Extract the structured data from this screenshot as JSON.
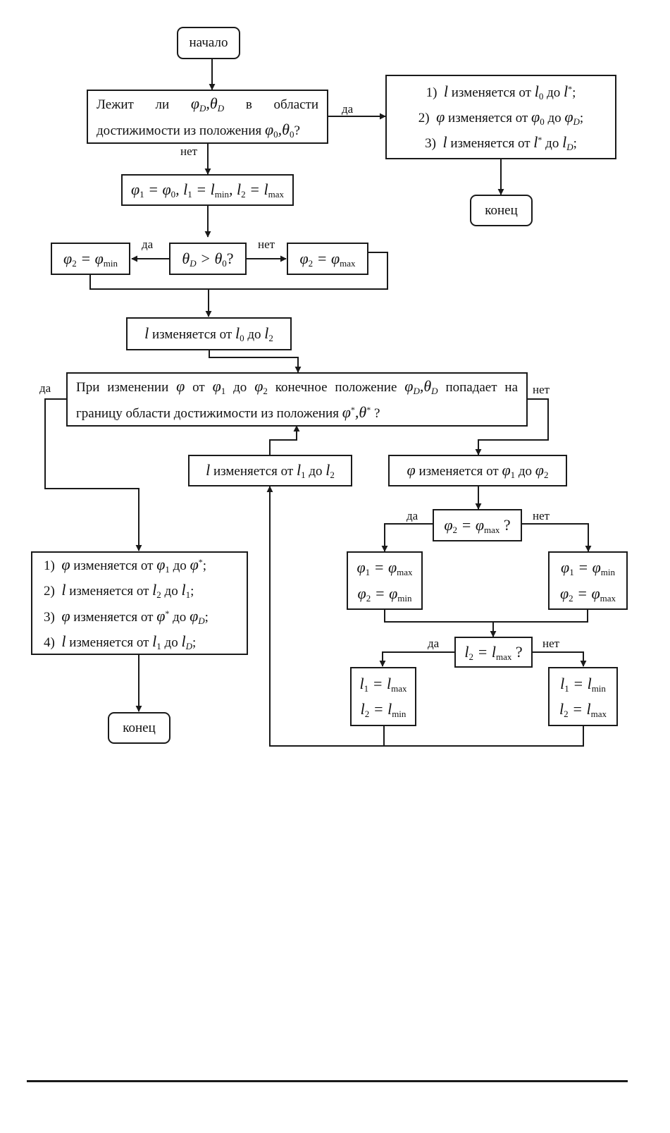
{
  "diagram": {
    "type": "flowchart",
    "language": "ru",
    "nodes": {
      "start": {
        "label": "начало"
      },
      "check_reachable": {
        "line1": [
          "Лежит",
          "ли",
          "φ_D, θ_D",
          "в",
          "области"
        ],
        "line2_text": "достижимости из положения",
        "line2_math": "φ_0, θ_0 ?"
      },
      "direct_steps": [
        {
          "num": "1)",
          "var": "l",
          "text": "изменяется от",
          "from": "l_0",
          "to_word": "до",
          "to": "l^*",
          "end": ";"
        },
        {
          "num": "2)",
          "var": "φ",
          "text": "изменяется от",
          "from": "φ_0",
          "to_word": "до",
          "to": "φ_D",
          "end": ";"
        },
        {
          "num": "3)",
          "var": "l",
          "text": "изменяется от",
          "from": "l^*",
          "to_word": "до",
          "to": "l_D",
          "end": ";"
        }
      ],
      "end_top": {
        "label": "конец"
      },
      "init": {
        "formula": "φ1 = φ0, l1 = lmin, l2 = lmax"
      },
      "theta_check": {
        "formula": "θD > θ0 ?"
      },
      "phi2_min": {
        "formula": "φ2 = φmin"
      },
      "phi2_max": {
        "formula": "φ2 = φmax"
      },
      "l_to_l2": {
        "var": "l",
        "text": "изменяется от",
        "from": "l0",
        "to_word": "до",
        "to": "l2"
      },
      "boundary_check": {
        "line1_words": [
          "При",
          "изменении",
          "φ",
          "от",
          "φ1",
          "до",
          "φ2",
          "конечное",
          "положение",
          "φD, θD",
          "попадает",
          "на"
        ],
        "line2_text": "границу области достижимости из положения",
        "line2_math": "φ*, θ* ?"
      },
      "l_l1_l2": {
        "var": "l",
        "text": "изменяется от",
        "from": "l1",
        "to_word": "до",
        "to": "l2"
      },
      "phi_phi1_phi2": {
        "var": "φ",
        "text": "изменяется от",
        "from": "φ1",
        "to_word": "до",
        "to": "φ2"
      },
      "phi2_is_max": {
        "formula": "φ2 = φmax ?"
      },
      "swap_phi_yes": {
        "line1": "φ1 = φmax",
        "line2": "φ2 = φmin"
      },
      "swap_phi_no": {
        "line1": "φ1 = φmin",
        "line2": "φ2 = φmax"
      },
      "l2_is_max": {
        "formula": "l2 = lmax ?"
      },
      "swap_l_yes": {
        "line1": "l1 = lmax",
        "line2": "l2 = lmin"
      },
      "swap_l_no": {
        "line1": "l1 = lmin",
        "line2": "l2 = lmax"
      },
      "final_steps": [
        {
          "num": "1)",
          "var": "φ",
          "text": "изменяется от",
          "from": "φ1",
          "to_word": "до",
          "to": "φ*",
          "end": ";"
        },
        {
          "num": "2)",
          "var": "l",
          "text": "изменяется от",
          "from": "l2",
          "to_word": "до",
          "to": "l1",
          "end": ";"
        },
        {
          "num": "3)",
          "var": "φ",
          "text": "изменяется от",
          "from": "φ*",
          "to_word": "до",
          "to": "φD",
          "end": ";"
        },
        {
          "num": "4)",
          "var": "l",
          "text": "изменяется от",
          "from": "l1",
          "to_word": "до",
          "to": "lD",
          "end": ";"
        }
      ],
      "end_bottom": {
        "label": "конец"
      }
    },
    "edge_labels": {
      "reachable_yes": "да",
      "reachable_no": "нет",
      "theta_yes": "да",
      "theta_no": "нет",
      "boundary_yes": "да",
      "boundary_no": "нет",
      "phi2max_yes": "да",
      "phi2max_no": "нет",
      "l2max_yes": "да",
      "l2max_no": "нет"
    },
    "edges": [
      [
        "start",
        "check_reachable"
      ],
      [
        "check_reachable",
        "direct_steps",
        "да"
      ],
      [
        "direct_steps",
        "end_top"
      ],
      [
        "check_reachable",
        "init",
        "нет"
      ],
      [
        "init",
        "theta_check"
      ],
      [
        "theta_check",
        "phi2_min",
        "да"
      ],
      [
        "theta_check",
        "phi2_max",
        "нет"
      ],
      [
        "phi2_min",
        "l_to_l2"
      ],
      [
        "phi2_max",
        "l_to_l2"
      ],
      [
        "l_to_l2",
        "boundary_check"
      ],
      [
        "boundary_check",
        "final_steps",
        "да"
      ],
      [
        "final_steps",
        "end_bottom"
      ],
      [
        "boundary_check",
        "phi_phi1_phi2",
        "нет"
      ],
      [
        "phi_phi1_phi2",
        "phi2_is_max"
      ],
      [
        "phi2_is_max",
        "swap_phi_yes",
        "да"
      ],
      [
        "phi2_is_max",
        "swap_phi_no",
        "нет"
      ],
      [
        "swap_phi_yes",
        "l2_is_max"
      ],
      [
        "swap_phi_no",
        "l2_is_max"
      ],
      [
        "l2_is_max",
        "swap_l_yes",
        "да"
      ],
      [
        "l2_is_max",
        "swap_l_no",
        "нет"
      ],
      [
        "swap_l_yes",
        "l_l1_l2"
      ],
      [
        "swap_l_no",
        "l_l1_l2"
      ],
      [
        "l_l1_l2",
        "boundary_check"
      ]
    ]
  },
  "t": {
    "izm": "изменяется от",
    "do": "до",
    "semi": ";",
    "q": "?",
    "comma": ",",
    "eq": "=",
    "gt": ">",
    "phi": "φ",
    "theta": "θ",
    "l": "l",
    "star": "*",
    "D": "D",
    "s0": "0",
    "s1": "1",
    "s2": "2",
    "min": "min",
    "max": "max",
    "lezhit": "Лежит",
    "li": "ли",
    "v": "в",
    "oblasti": "области",
    "dostizh": "достижимости из положения",
    "pri": "При",
    "izmenenii": "изменении",
    "ot": "от",
    "konechnoe": "конечное",
    "polozhenie": "положение",
    "popadaet": "попадает",
    "na": "на",
    "granicu": "границу области достижимости из положения",
    "n1": "1)",
    "n2": "2)",
    "n3": "3)",
    "n4": "4)"
  }
}
